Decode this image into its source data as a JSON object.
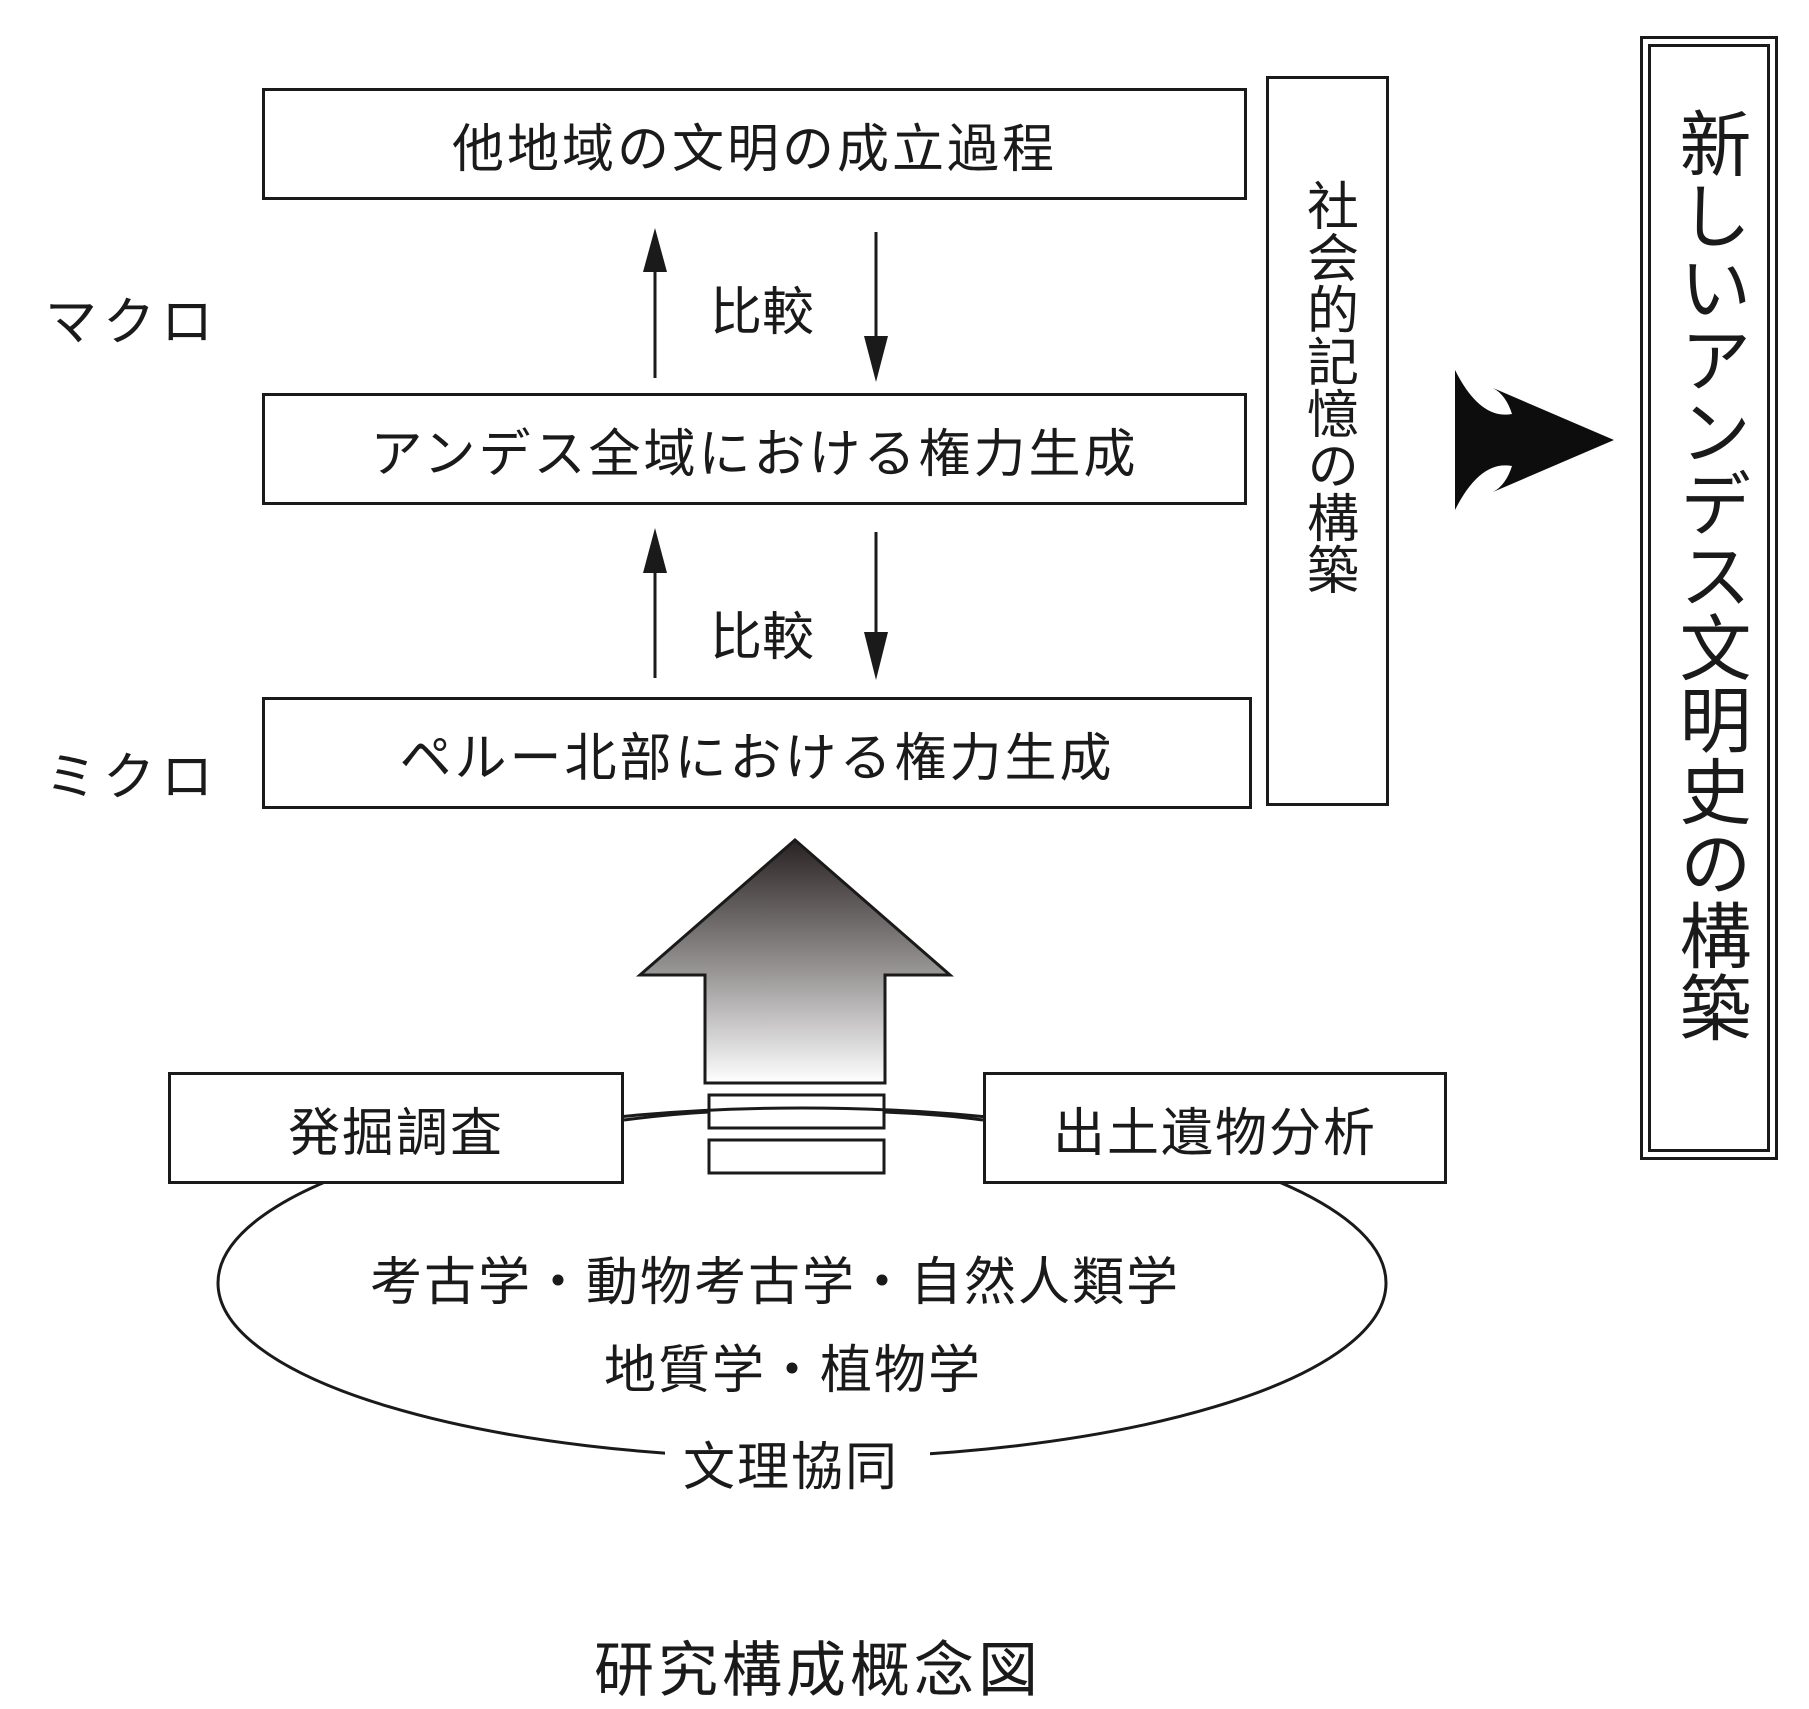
{
  "levels": {
    "macro": "マクロ",
    "micro": "ミクロ"
  },
  "boxes": {
    "top": "他地域の文明の成立過程",
    "middle": "アンデス全域における権力生成",
    "bottom": "ペルー北部における権力生成"
  },
  "comparisons": {
    "upper": "比較",
    "lower": "比較"
  },
  "side_box": "社会的記憶の構築",
  "result_box": "新しいアンデス文明史の構築",
  "methods": {
    "left": "発掘調査",
    "right": "出土遺物分析"
  },
  "ellipse": {
    "line1": "考古学・動物考古学・自然人類学",
    "line2": "地質学・植物学",
    "caption": "文理協同"
  },
  "figure_title": "研究構成概念図",
  "colors": {
    "line": "#1a1a1a",
    "arrow_dark": "#2a2222",
    "arrow_light": "#ffffff"
  }
}
